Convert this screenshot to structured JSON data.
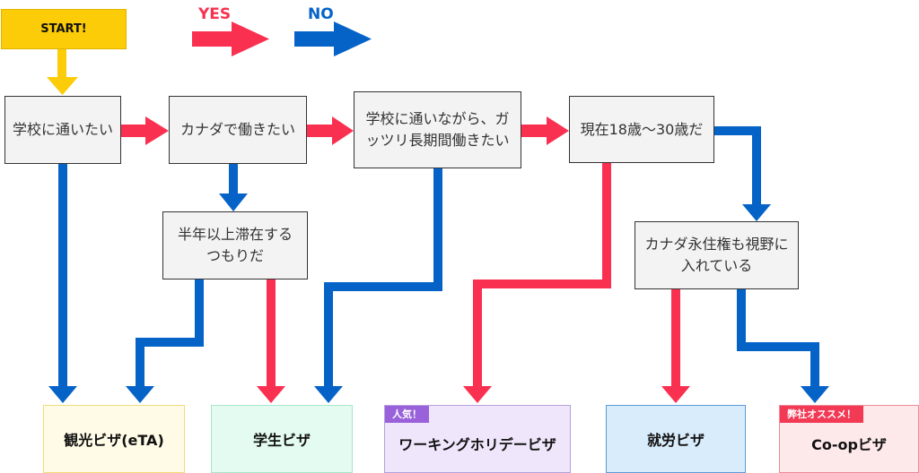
{
  "colors": {
    "yes": "#fa3050",
    "no": "#0563c8",
    "start": "#fbcc07"
  },
  "legend": {
    "yes_label": "YES",
    "no_label": "NO"
  },
  "start": {
    "label": "START!"
  },
  "questions": {
    "q1": "学校に通いたい",
    "q2": "カナダで働きたい",
    "q3_line1": "学校に通いながら、ガ",
    "q3_line2": "ッツリ長期間働きたい",
    "q4": "現在18歳〜30歳だ",
    "q5_line1": "半年以上滞在する",
    "q5_line2": "つもりだ",
    "q6_line1": "カナダ永住権も視野に",
    "q6_line2": "入れている"
  },
  "results": {
    "tourist": {
      "label": "観光ビザ(eTA)",
      "bg": "#fffbe6",
      "border": "#f1dc7a"
    },
    "student": {
      "label": "学生ビザ",
      "bg": "#e3fbf0",
      "border": "#a9e6cb"
    },
    "holiday": {
      "label": "ワーキングホリデービザ",
      "bg": "#efe6fb",
      "border": "#b6a0dd",
      "badge": "人気！",
      "badge_color": "#9a62da"
    },
    "work": {
      "label": "就労ビザ",
      "bg": "#d9ecfc",
      "border": "#5a9bd6"
    },
    "coop": {
      "label": "Co-opビザ",
      "bg": "#fde8ea",
      "border": "#f08a98",
      "badge": "弊社オススメ！",
      "badge_color": "#f23a55"
    }
  },
  "edges": [
    {
      "from": "start",
      "to": "q1",
      "type": "start"
    },
    {
      "from": "q1",
      "to": "q2",
      "type": "yes"
    },
    {
      "from": "q1",
      "to": "tourist",
      "type": "no"
    },
    {
      "from": "q2",
      "to": "q3",
      "type": "yes"
    },
    {
      "from": "q2",
      "to": "q5",
      "type": "no"
    },
    {
      "from": "q5",
      "to": "tourist",
      "type": "no"
    },
    {
      "from": "q5",
      "to": "student",
      "type": "yes"
    },
    {
      "from": "q3",
      "to": "q4",
      "type": "yes"
    },
    {
      "from": "q3",
      "to": "student",
      "type": "no"
    },
    {
      "from": "q4",
      "to": "holiday",
      "type": "yes"
    },
    {
      "from": "q4",
      "to": "q6",
      "type": "no"
    },
    {
      "from": "q6",
      "to": "work",
      "type": "yes"
    },
    {
      "from": "q6",
      "to": "coop",
      "type": "no"
    }
  ]
}
